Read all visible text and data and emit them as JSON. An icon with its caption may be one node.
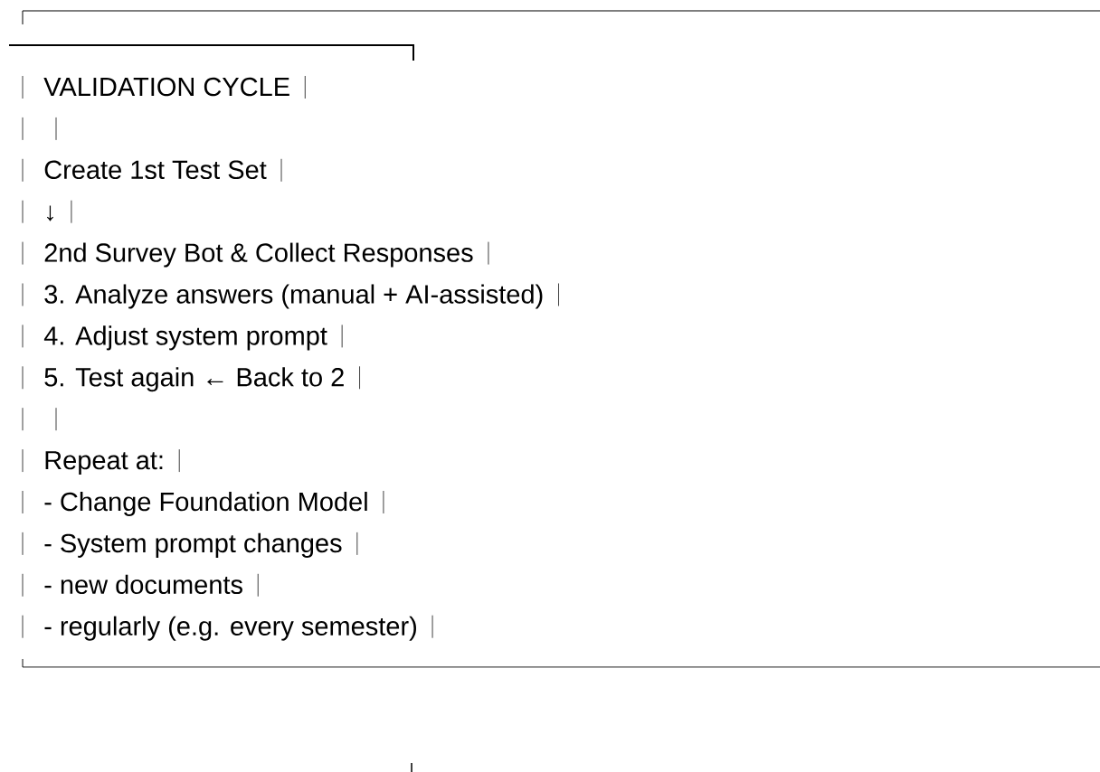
{
  "diagram": {
    "labels": [
      "VALIDATION CYCLE",
      "Create 1st Test Set",
      "↓",
      "2nd Survey Bot & Collect Responses",
      "3. Analyze answers (manual + AI-assisted)",
      "4. Adjust system prompt",
      "5. Test again ← Back to 2",
      "Repeat at:",
      "- Change Foundation Model",
      "- System prompt changes",
      "- new documents",
      "- regularly (e.g. every semester)"
    ]
  }
}
